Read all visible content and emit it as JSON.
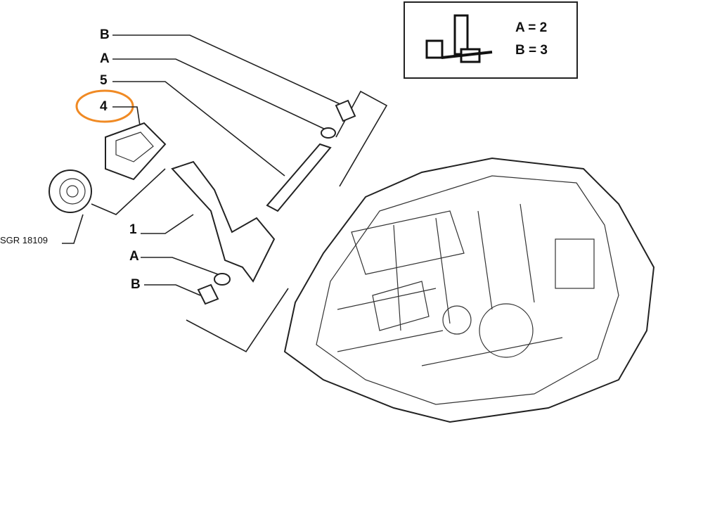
{
  "callouts": {
    "B_top": "B",
    "A_top": "A",
    "p5": "5",
    "p4": "4",
    "p1": "1",
    "A_bottom": "A",
    "B_bottom": "B",
    "ref": "SGR 18109"
  },
  "legend": {
    "line_a": "A = 2",
    "line_b": "B = 3"
  },
  "highlight_color": "#f08a24"
}
